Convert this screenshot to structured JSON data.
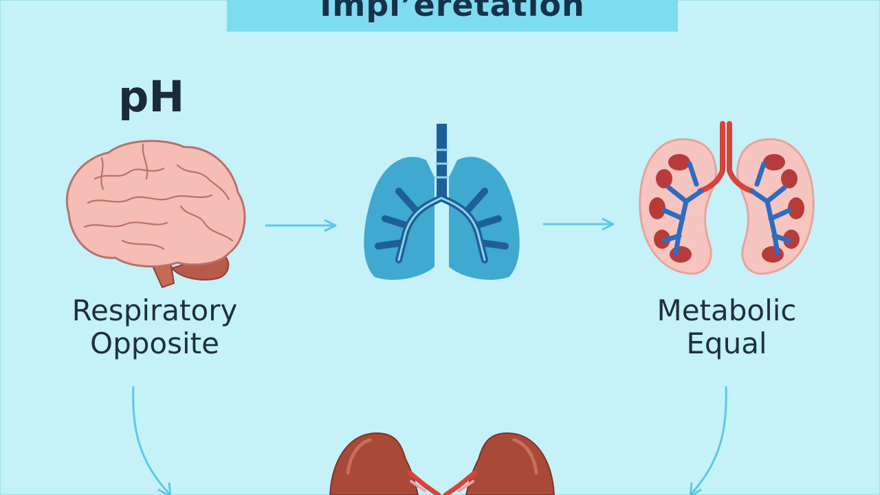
{
  "title": "Impı’eretation",
  "ph_label": "pH",
  "captions": {
    "left": [
      "Respiratory",
      "Opposite"
    ],
    "right": [
      "Metabolic",
      "Equal"
    ]
  },
  "icons": [
    "brain-icon",
    "lungs-icon",
    "kidneys-icon",
    "kidney-pair-icon"
  ],
  "colors": {
    "background": "#c5f1f8",
    "banner": "#7fdcf0",
    "arrow": "#5bc9e2",
    "brain": "#f4b9b2",
    "lungs": "#3fa9d0",
    "airways": "#1f5f97",
    "kidney_outer": "#f6c5c0",
    "kidney_red": "#b93a3a",
    "vessel_red": "#d7443a",
    "vessel_blue": "#2d6cc0"
  }
}
